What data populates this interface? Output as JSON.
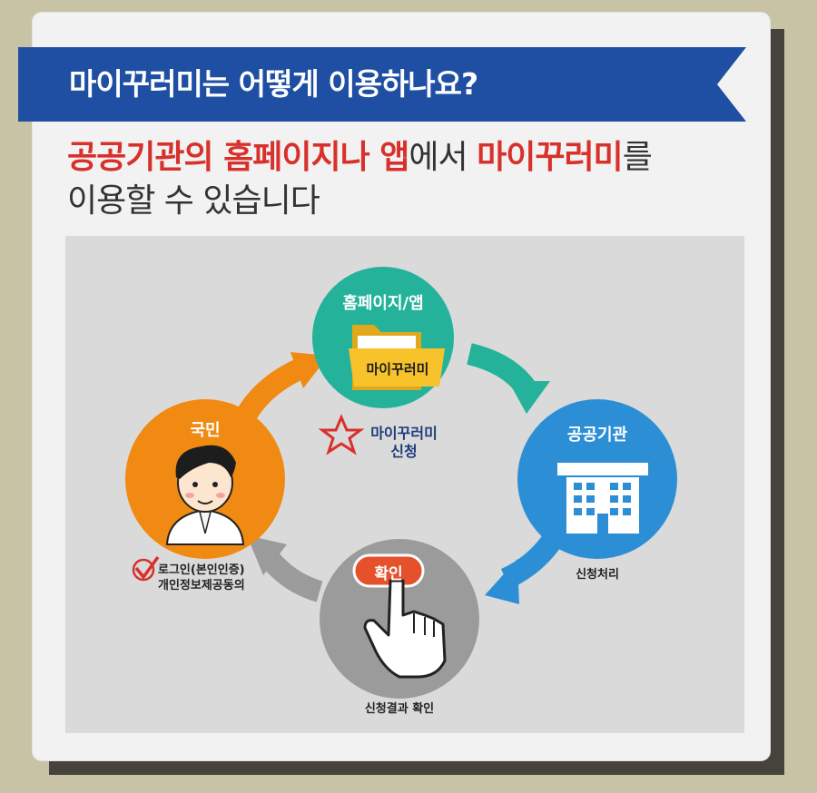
{
  "title": "마이꾸러미는 어떻게 이용하나요?",
  "subtitle": {
    "line1": [
      {
        "text": "공공기관의 홈페이지나 앱",
        "highlight": true
      },
      {
        "text": "에서 ",
        "highlight": false
      },
      {
        "text": "마이꾸러미",
        "highlight": true
      },
      {
        "text": "를",
        "highlight": false
      }
    ],
    "line2": "이용할 수 있습니다"
  },
  "diagram": {
    "homepage": {
      "title": "홈페이지/앱",
      "folder_label": "마이꾸러미"
    },
    "citizen": {
      "title": "국민"
    },
    "agency": {
      "title": "공공기관",
      "caption": "신청처리"
    },
    "confirm": {
      "button": "확인",
      "caption": "신청결과 확인"
    },
    "apply": {
      "line1": "마이꾸러미",
      "line2": "신청"
    },
    "login": {
      "line1": "로그인(본인인증)",
      "line2": "개인정보제공동의"
    }
  },
  "colors": {
    "banner": "#1e4fa3",
    "highlight": "#d8312c",
    "homepage_circle": "#24b39a",
    "citizen_circle": "#f08a12",
    "agency_circle": "#2c8fd6",
    "confirm_circle": "#9b9b9b",
    "panel": "#dadada"
  },
  "icons": [
    "folder-icon",
    "person-icon",
    "building-icon",
    "hand-pointer-icon",
    "star-icon",
    "checkmark-icon"
  ]
}
